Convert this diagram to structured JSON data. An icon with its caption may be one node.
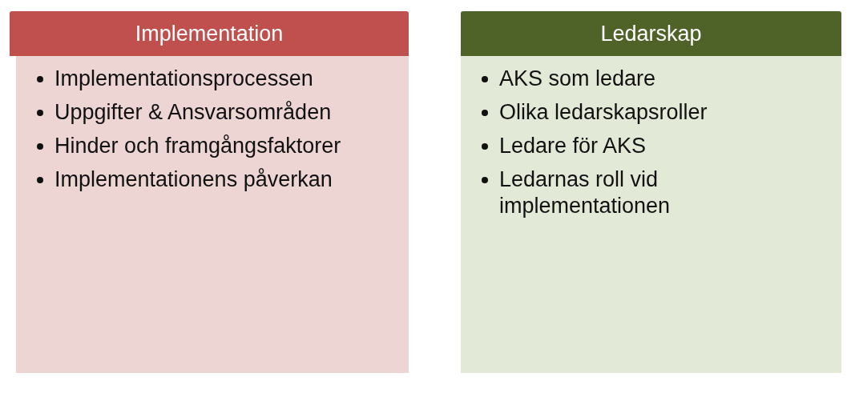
{
  "diagram": {
    "nodes": [
      {
        "text": [
          "Implementation"
        ]
      },
      {
        "text": [
          "Implementationsprocessen",
          "Uppgifter & Ansvarsområden",
          "Hinder och framgångsfaktorer",
          "Implementationens påverkan"
        ]
      },
      {
        "text": [
          "Ledarskap"
        ]
      },
      {
        "text": [
          "AKS som ledare",
          "Olika ledarskapsroller",
          "Ledare för AKS",
          "Ledarnas roll vid implementationen"
        ]
      }
    ]
  }
}
